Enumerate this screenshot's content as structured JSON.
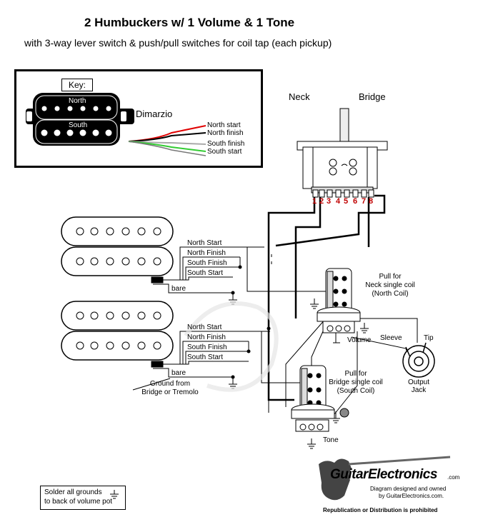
{
  "title": "2 Humbuckers w/ 1 Volume & 1 Tone",
  "subtitle": "with 3-way lever switch & push/pull switches for coil tap (each pickup)",
  "key": {
    "title": "Key:",
    "north": "North",
    "south": "South",
    "brand": "Dimarzio",
    "wires": [
      "North start",
      "North finish",
      "South finish",
      "South start"
    ]
  },
  "switch": {
    "neck": "Neck",
    "bridge": "Bridge",
    "terminals": [
      "1",
      "2",
      "3",
      "4",
      "5",
      "6",
      "7",
      "8"
    ]
  },
  "neck_pickup_wires": [
    "North Start",
    "North Finish",
    "South Finish",
    "South Start",
    "bare"
  ],
  "bridge_pickup_wires": [
    "North Start",
    "North Finish",
    "South Finish",
    "South Start",
    "bare"
  ],
  "ground_label": [
    "Ground from",
    "Bridge or Tremolo"
  ],
  "neck_pushpull": [
    "Pull for",
    "Neck single coil",
    "(North Coil)"
  ],
  "bridge_pushpull": [
    "Pull for",
    "Bridge single coil",
    "(South Coil)"
  ],
  "volume_label": "Volume",
  "tone_label": "Tone",
  "jack": {
    "sleeve": "Sleeve",
    "tip": "Tip",
    "label": [
      "Output",
      "Jack"
    ]
  },
  "solder_note": [
    "Solder all grounds",
    "to back of volume pot"
  ],
  "logo": {
    "name": "GuitarElectronics",
    "suffix": ".com",
    "line1": "Diagram designed and owned",
    "line2": "by GuitarElectronics.com.",
    "line3": "Republication or Distribution is prohibited"
  },
  "colors": {
    "terminal_numbers": "#c00000",
    "wire_red": "#e00000",
    "wire_green": "#33cc33",
    "wire_gray": "#999999"
  }
}
